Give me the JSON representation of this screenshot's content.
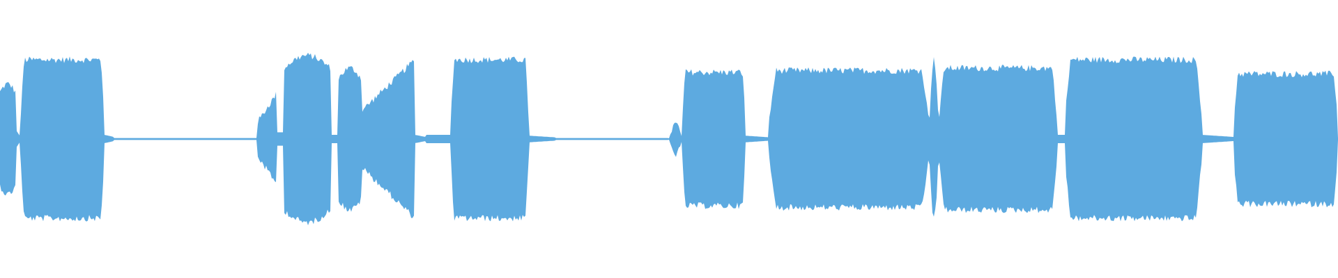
{
  "waveform": {
    "color": "#5DAAE0",
    "background": "#FFFFFF",
    "amplitude_max": 1.0,
    "segments": [
      {
        "start": 0.0,
        "end": 0.0115,
        "level": 0.66,
        "shape": "burst"
      },
      {
        "start": 0.0115,
        "end": 0.0155,
        "level": 0.1,
        "shape": "ramp-down"
      },
      {
        "start": 0.0155,
        "end": 0.078,
        "level": 0.95,
        "shape": "tone"
      },
      {
        "start": 0.078,
        "end": 0.085,
        "level": 0.05,
        "shape": "tail"
      },
      {
        "start": 0.085,
        "end": 0.192,
        "level": 0.012,
        "shape": "silence"
      },
      {
        "start": 0.192,
        "end": 0.207,
        "level": 0.55,
        "shape": "ramp-up"
      },
      {
        "start": 0.207,
        "end": 0.212,
        "level": 0.08,
        "shape": "dip"
      },
      {
        "start": 0.212,
        "end": 0.247,
        "level": 1.0,
        "shape": "burst"
      },
      {
        "start": 0.247,
        "end": 0.253,
        "level": 0.05,
        "shape": "dip"
      },
      {
        "start": 0.253,
        "end": 0.27,
        "level": 0.85,
        "shape": "burst"
      },
      {
        "start": 0.27,
        "end": 0.31,
        "level": 0.95,
        "shape": "ramp-up"
      },
      {
        "start": 0.31,
        "end": 0.318,
        "level": 0.05,
        "shape": "tail"
      },
      {
        "start": 0.318,
        "end": 0.337,
        "level": 0.05,
        "shape": "silence"
      },
      {
        "start": 0.337,
        "end": 0.395,
        "level": 0.95,
        "shape": "tone"
      },
      {
        "start": 0.395,
        "end": 0.415,
        "level": 0.04,
        "shape": "tail"
      },
      {
        "start": 0.415,
        "end": 0.5,
        "level": 0.012,
        "shape": "silence"
      },
      {
        "start": 0.5,
        "end": 0.51,
        "level": 0.18,
        "shape": "blip"
      },
      {
        "start": 0.51,
        "end": 0.557,
        "level": 0.8,
        "shape": "tone"
      },
      {
        "start": 0.557,
        "end": 0.575,
        "level": 0.04,
        "shape": "tail"
      },
      {
        "start": 0.575,
        "end": 0.694,
        "level": 0.82,
        "shape": "tone"
      },
      {
        "start": 0.694,
        "end": 0.702,
        "level": 0.95,
        "shape": "spike"
      },
      {
        "start": 0.702,
        "end": 0.79,
        "level": 0.85,
        "shape": "tone"
      },
      {
        "start": 0.79,
        "end": 0.796,
        "level": 0.05,
        "shape": "dip"
      },
      {
        "start": 0.796,
        "end": 0.898,
        "level": 0.95,
        "shape": "tone"
      },
      {
        "start": 0.898,
        "end": 0.922,
        "level": 0.05,
        "shape": "tail"
      },
      {
        "start": 0.922,
        "end": 1.0,
        "level": 0.78,
        "shape": "tone"
      }
    ]
  }
}
